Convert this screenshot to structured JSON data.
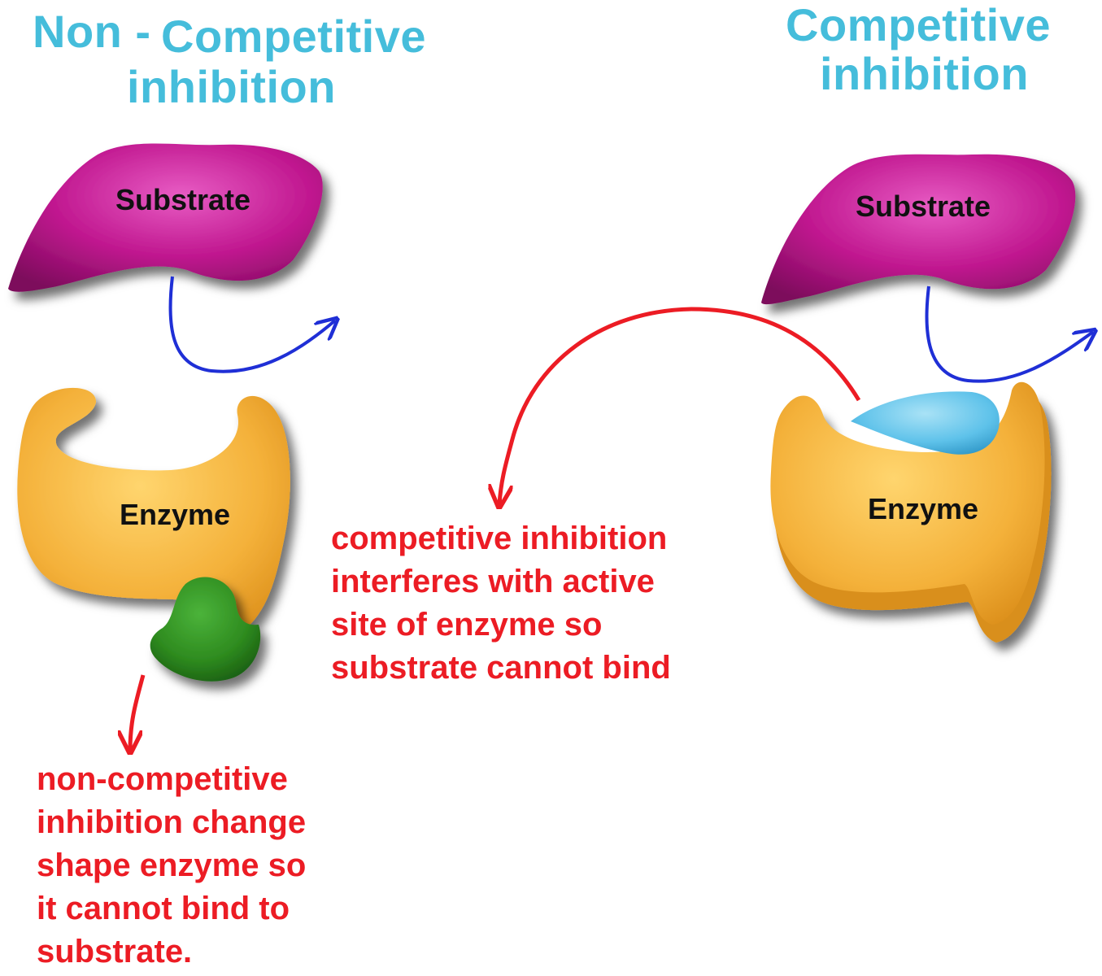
{
  "titles": {
    "noncompetitive_prefix": "Non -",
    "noncompetitive_word": "Competitive",
    "noncompetitive_suffix": "inhibition",
    "competitive_line1": "Competitive",
    "competitive_line2": "inhibition"
  },
  "labels": {
    "substrate": "Substrate",
    "enzyme": "Enzyme"
  },
  "notes": {
    "competitive": [
      "competitive inhibition",
      "interferes with active",
      "site of enzyme so",
      "substrate cannot bind"
    ],
    "noncompetitive": [
      "non-competitive",
      "inhibition change",
      "shape enzyme so",
      "it cannot bind to",
      "substrate."
    ]
  },
  "colors": {
    "title": "#45bddb",
    "note_text": "#ec1c24",
    "substrate": "#c0178f",
    "enzyme": "#f4b13a",
    "noncompetitive_inhibitor": "#2e8b1f",
    "competitive_inhibitor": "#5ec2ea",
    "binding_arrow": "#1f2fd6",
    "note_arrow": "#ec1c24"
  }
}
